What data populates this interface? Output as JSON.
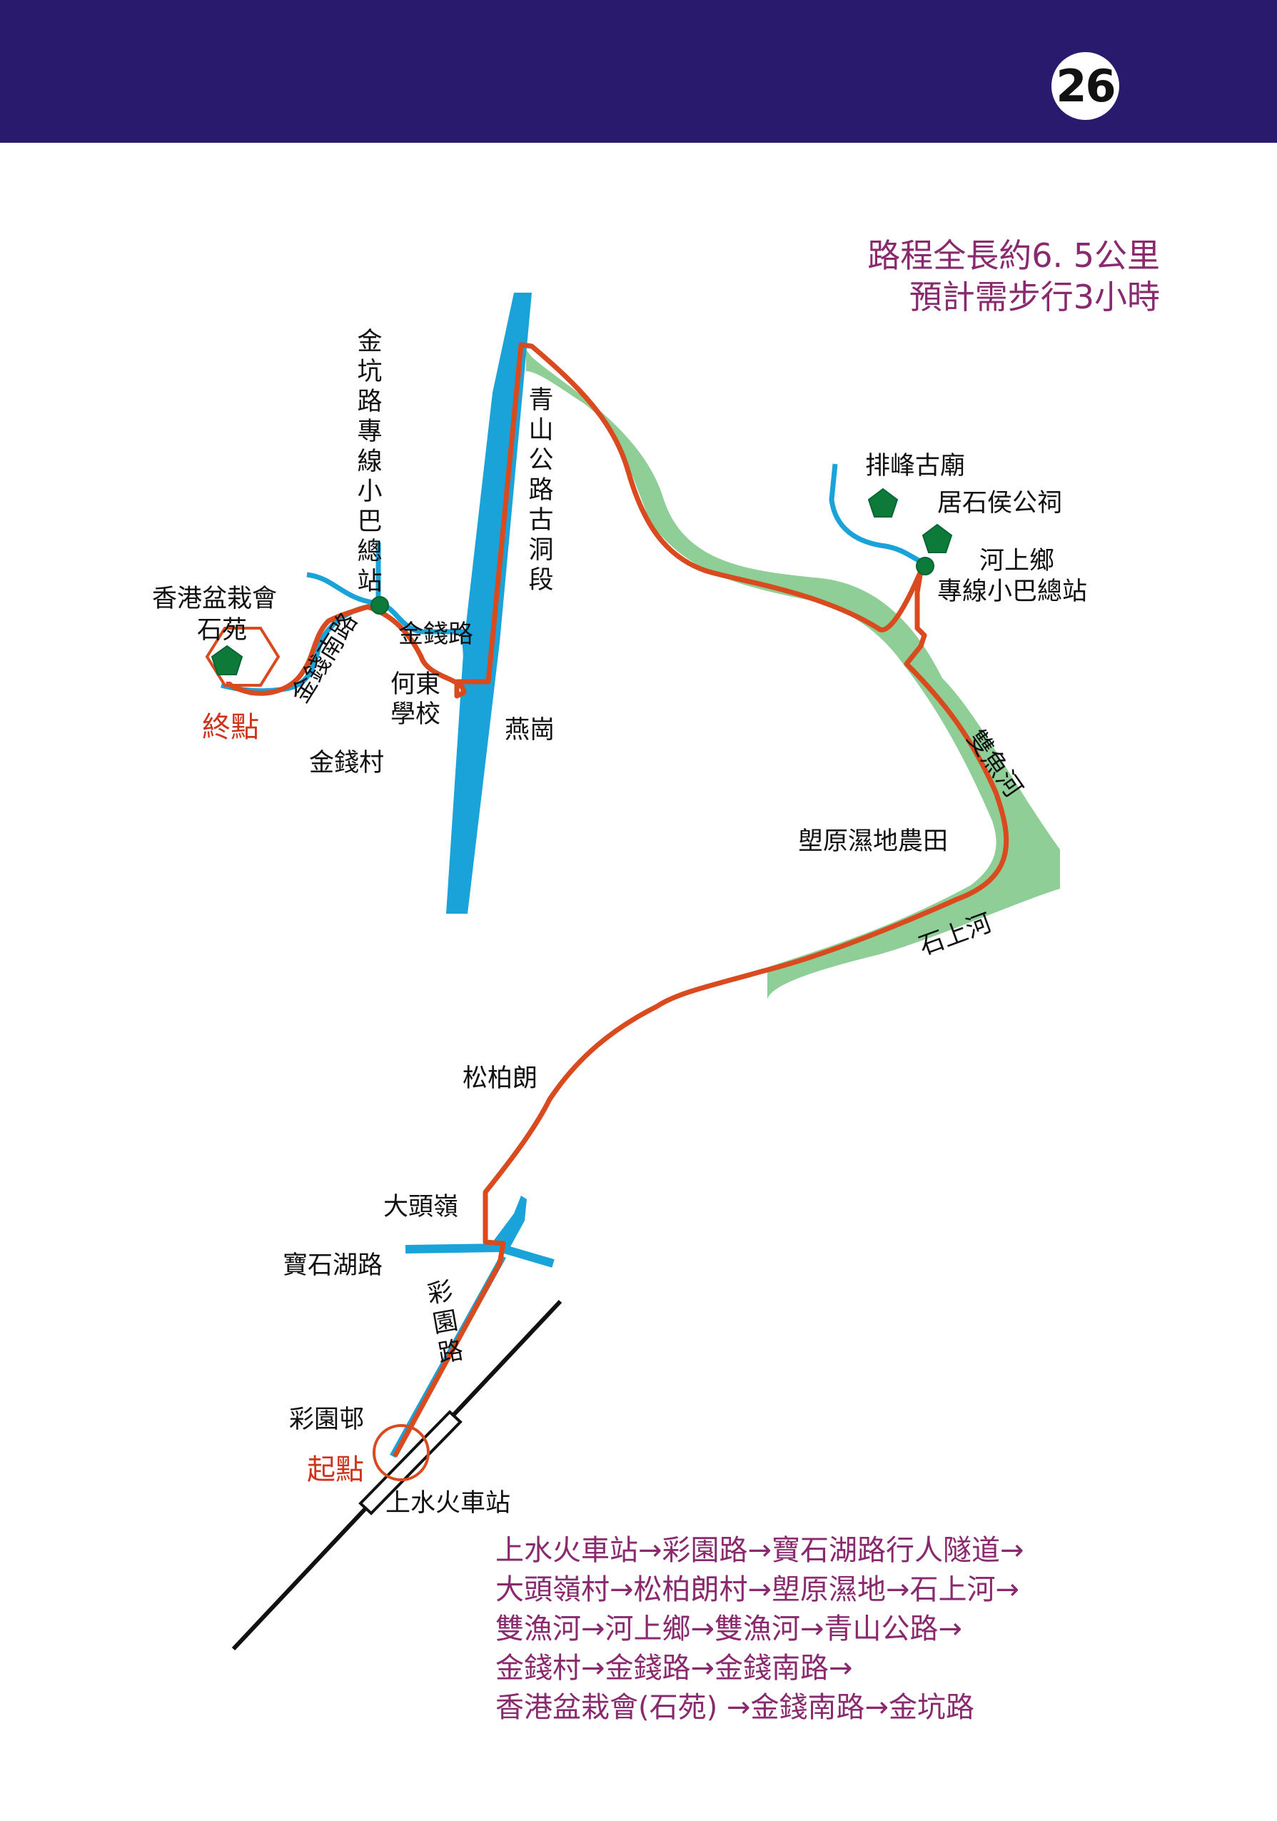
{
  "page_number": "26",
  "info": {
    "distance": "路程全長約6. 5公里",
    "duration": "預計需步行3小時"
  },
  "labels": {
    "minibus_terminus_kam_hang": "金坑路專線小巴總站",
    "tsing_shan_road_section": "青山公路古洞段",
    "pai_fung_temple": "排峰古廟",
    "kui_shek_hau_hall": "居石侯公祠",
    "ho_sheung_heung_terminus_line1": "河上鄉",
    "ho_sheung_heung_terminus_line2": "專線小巴總站",
    "bonsai_line1": "香港盆栽會",
    "bonsai_line2": "石苑",
    "end_point": "終點",
    "kam_chin_south_road": "金錢南路",
    "kam_chin_road": "金錢路",
    "ho_tung_school_line1": "何東",
    "ho_tung_school_line2": "學校",
    "yin_kong": "燕崗",
    "kam_chin_village": "金錢村",
    "shuang_yu_river": "雙魚河",
    "wetland_farm": "塱原濕地農田",
    "shek_sheung_river": "石上河",
    "tsung_pak_long": "松柏朗",
    "tai_tau_leng": "大頭嶺",
    "po_shek_wu_road": "寶石湖路",
    "choi_yuen_road": "彩園路",
    "choi_yuen_estate": "彩園邨",
    "start_point": "起點",
    "sheung_shui_station": "上水火車站"
  },
  "route_list": [
    "上水火車站→彩園路→寶石湖路行人隧道→",
    "大頭嶺村→松柏朗村→塱原濕地→石上河→",
    "雙漁河→河上鄉→雙漁河→青山公路→",
    "金錢村→金錢路→金錢南路→",
    "香港盆栽會(石苑) →金錢南路→金坑路"
  ],
  "colors": {
    "header": "#2a1a6e",
    "road": "#1aa3d9",
    "route": "#d94a1e",
    "river": "#8fce96",
    "marker": "#0e7a3a",
    "accent_text": "#8a2a6e"
  }
}
